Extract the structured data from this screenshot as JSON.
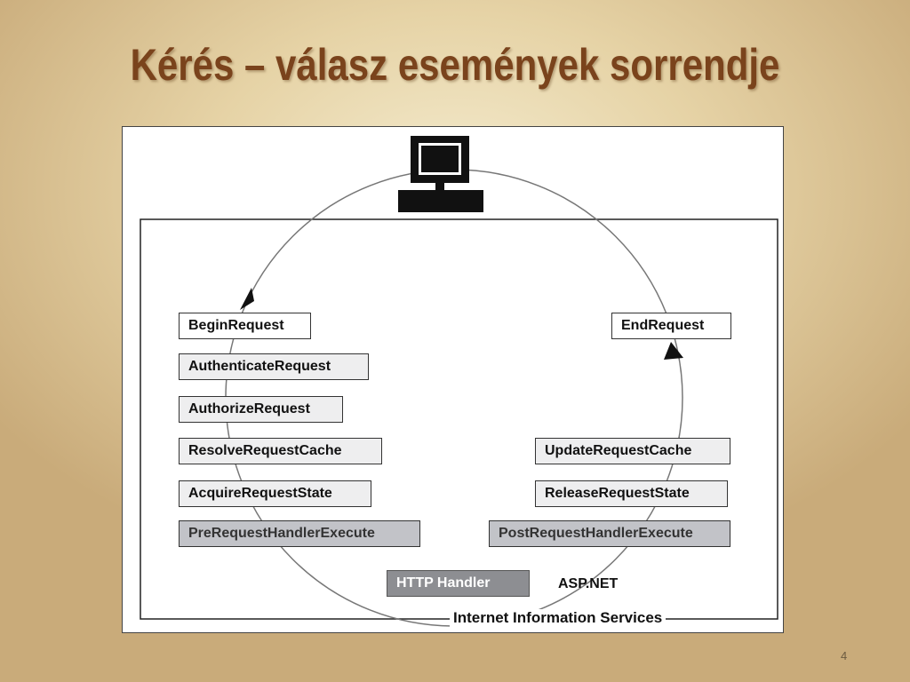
{
  "slide": {
    "title": "Kérés – válasz események sorrendje",
    "page_number": "4"
  },
  "diagram": {
    "client_icon": "computer-icon",
    "request_events": [
      "BeginRequest",
      "AuthenticateRequest",
      "AuthorizeRequest",
      "ResolveRequestCache",
      "AcquireRequestState",
      "PreRequestHandlerExecute"
    ],
    "handler": "HTTP Handler",
    "handler_container": "ASP.NET",
    "response_events": [
      "PostRequestHandlerExecute",
      "ReleaseRequestState",
      "UpdateRequestCache",
      "EndRequest"
    ],
    "outer_container": "Internet Information Services"
  }
}
